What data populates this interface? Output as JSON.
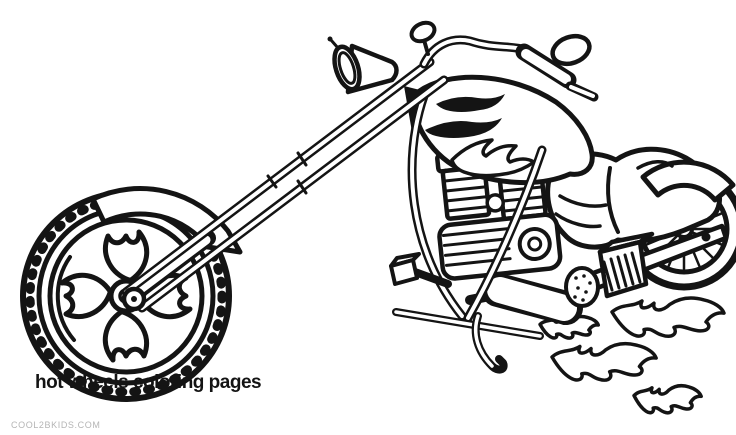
{
  "page": {
    "background_color": "#ffffff"
  },
  "caption": {
    "text": "hot wheels coloring pages",
    "color": "#141414"
  },
  "watermark": {
    "text": "cool2bkids.com",
    "color": "#b5b5b5"
  },
  "illustration": {
    "description": "Black-and-white coloring-page line art of a custom chopper motorcycle facing left: oversized front wheel with flame-shaped spokes, long raked fork, cone headlight, tall handlebars with mirror, fuel tank with flame decals, V-twin engine with cooling fins, perforated exhaust muffler, hatched oil box, spoked rear wheel under a curved fender, kickstand down, and four flame shapes trailing behind the rear wheel.",
    "line_color": "#141414",
    "fill_color": "#ffffff",
    "parts": [
      "exhaust-flames",
      "rear-wheel",
      "rear-body-and-fender",
      "swingarm",
      "oil-box",
      "engine",
      "fuel-tank",
      "flame-decals",
      "exhaust-muffler",
      "frame-tubes",
      "foot-peg",
      "kickstand",
      "front-wheel",
      "front-fender",
      "fork",
      "headlight",
      "handlebars",
      "mirror"
    ]
  }
}
